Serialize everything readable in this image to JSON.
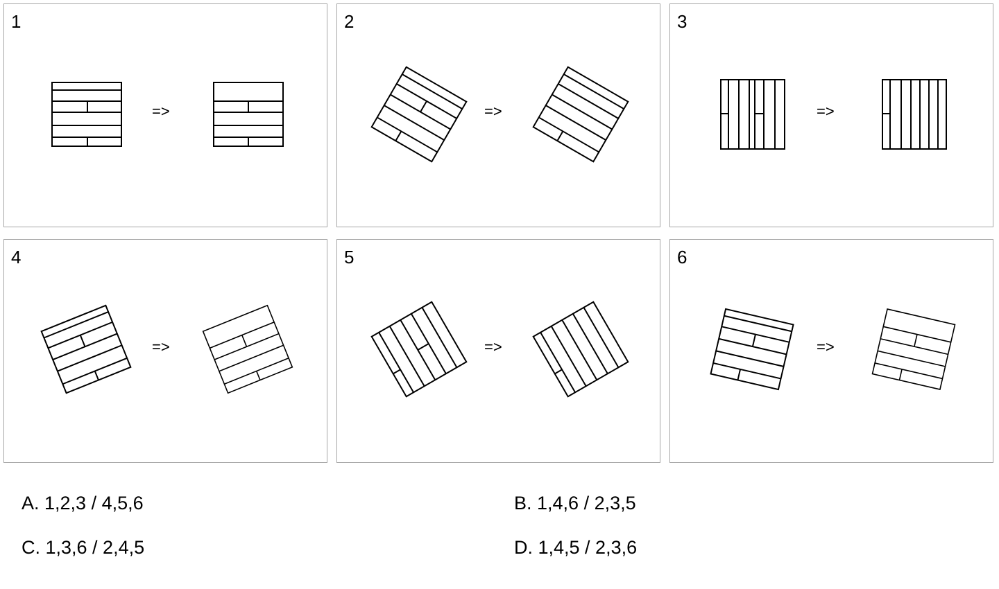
{
  "panels": [
    {
      "number": "1",
      "arrow": "=>"
    },
    {
      "number": "2",
      "arrow": "=>"
    },
    {
      "number": "3",
      "arrow": "=>"
    },
    {
      "number": "4",
      "arrow": "=>"
    },
    {
      "number": "5",
      "arrow": "=>"
    },
    {
      "number": "6",
      "arrow": "=>"
    }
  ],
  "options": [
    {
      "label": "A. 1,2,3 / 4,5,6"
    },
    {
      "label": "B. 1,4,6 / 2,3,5"
    },
    {
      "label": "C. 1,3,6 / 2,4,5"
    },
    {
      "label": "D. 1,4,5 / 2,3,6"
    }
  ],
  "colors": {
    "panel_border": "#a6a6a6",
    "stroke": "#000000",
    "background": "#ffffff"
  }
}
